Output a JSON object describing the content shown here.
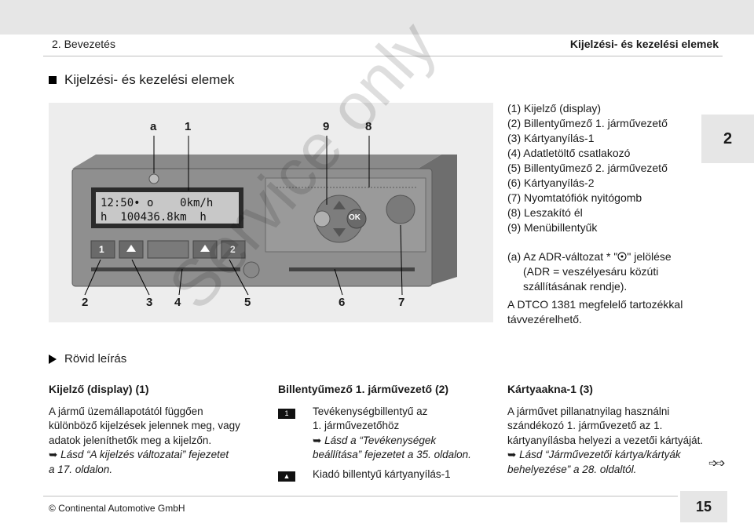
{
  "header": {
    "left": "2. Bevezetés",
    "right": "Kijelzési- és kezelési elemek"
  },
  "section_title": "Kijelzési- és kezelési elemek",
  "chapter_tab": "2",
  "figure": {
    "display_line1": "12:50• o    0km/h",
    "display_line2": "h  100436.8km  h",
    "ok_label": "OK",
    "key_1": "1",
    "key_2": "2",
    "callouts_top": [
      "a",
      "1",
      "9",
      "8"
    ],
    "callouts_bottom": [
      "2",
      "3",
      "4",
      "5",
      "6",
      "7"
    ]
  },
  "legend": [
    "(1) Kijelző (display)",
    "(2) Billentyűmező 1. járművezető",
    "(3) Kártyanyílás-1",
    "(4) Adatletöltő csatlakozó",
    "(5) Billentyűmező 2. járművezető",
    "(6) Kártyanyílás-2",
    "(7) Nyomtatófiók nyitógomb",
    "(8) Leszakító él",
    "(9) Menübillentyűk"
  ],
  "notes": {
    "a_prefix": "(a) Az ADR-változat * \"",
    "a_suffix": "\" jelölése",
    "a_line2": "(ADR = veszélyesáru közúti",
    "a_line3": "szállításának rendje).",
    "dtco_line1": "A DTCO 1381 megfelelő tartozékkal",
    "dtco_line2": "távvezérelhető."
  },
  "subsection": "Rövid leírás",
  "col1": {
    "heading": "Kijelző (display) (1)",
    "lines": [
      "A jármű üzemállapotától függően",
      "különböző kijelzések jelennek meg, vagy",
      "adatok jeleníthetők meg a kijelzőn."
    ],
    "ref_arrow": "➥",
    "ref_line1": "Lásd “A kijelzés változatai” fejezetet",
    "ref_line2": "a 17. oldalon."
  },
  "col2": {
    "heading": "Billentyűmező 1. járművezető (2)",
    "key1_icon": "1",
    "key1_line1": "Tevékenységbillentyű az",
    "key1_line2": "1. járművezetőhöz",
    "key1_ref_arrow": "➥",
    "key1_ref_line1": "Lásd a “Tevékenységek",
    "key1_ref_line2": "beállítása” fejezetet a 35. oldalon.",
    "key2_line1": "Kiadó billentyű kártyanyílás-1"
  },
  "col3": {
    "heading": "Kártyaakna-1 (3)",
    "lines": [
      "A járművet pillanatnyilag használni",
      "szándékozó 1. járművezető az 1.",
      "kártyanyílásba helyezi a vezetői kártyáját."
    ],
    "ref_arrow": "➥",
    "ref_line1": "Lásd “Járművezetői kártya/kártyák",
    "ref_line2": "behelyezése” a 28. oldaltól."
  },
  "footer": {
    "left": "© Continental Automotive GmbH",
    "page": "15",
    "continue_mark": "➩➩"
  },
  "watermark": "Service only"
}
